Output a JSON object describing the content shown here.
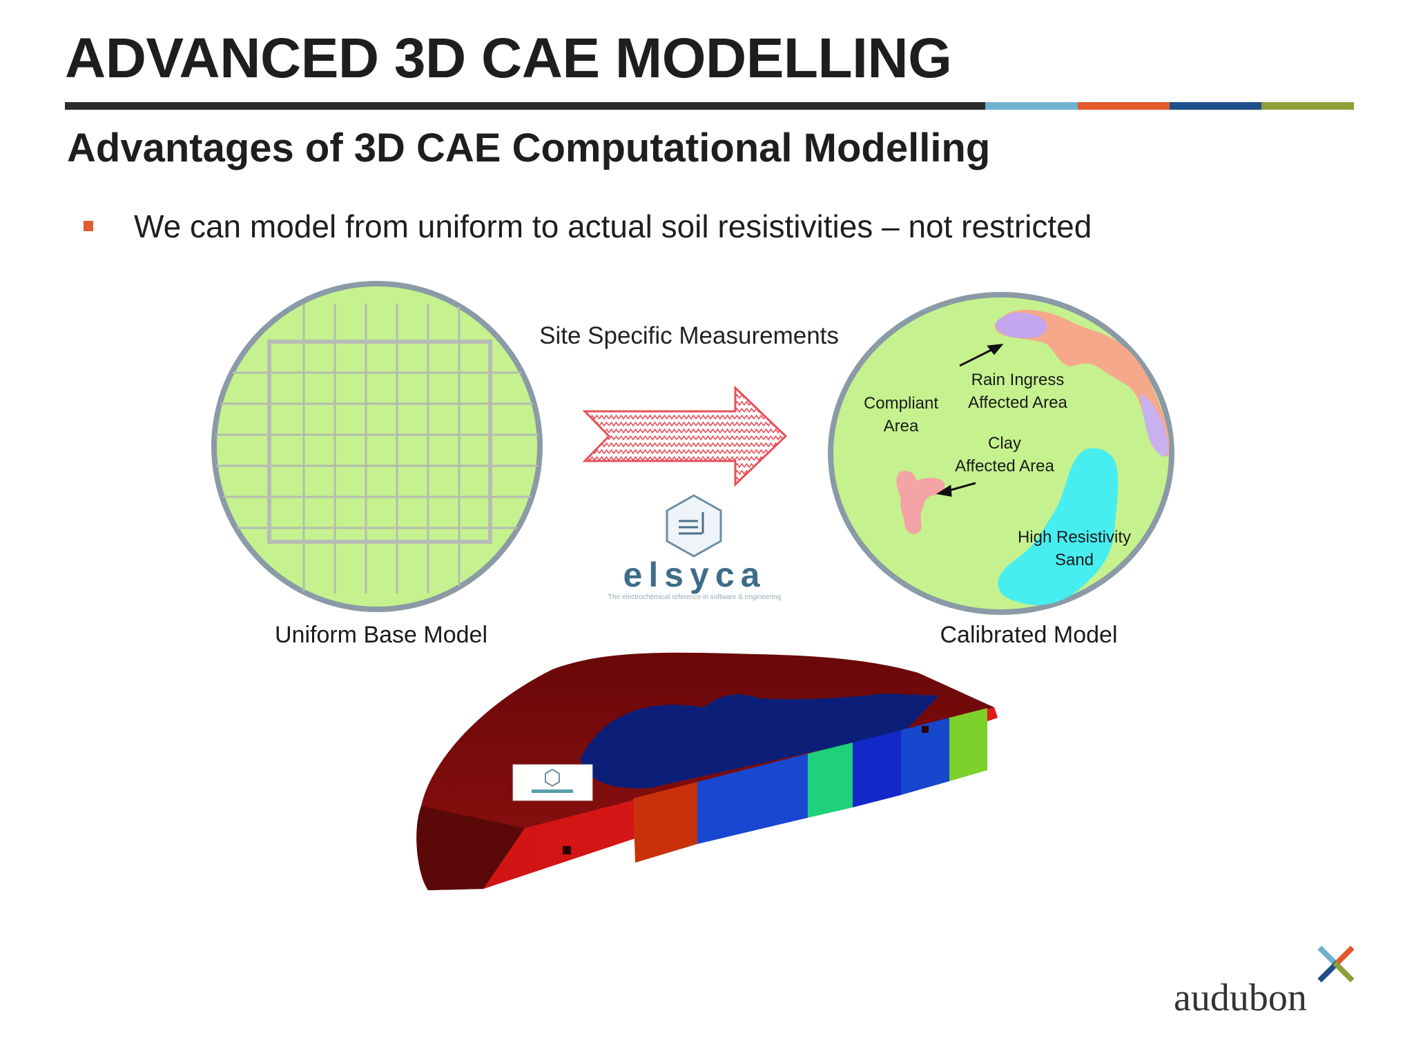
{
  "slide": {
    "title": "ADVANCED 3D CAE MODELLING",
    "subtitle": "Advantages of 3D CAE Computational Modelling",
    "bullets": [
      "We can model from uniform to actual soil resistivities – not restricted"
    ]
  },
  "figure": {
    "arrow_caption": "Site Specific Measurements",
    "left_caption": "Uniform Base Model",
    "right_caption": "Calibrated Model",
    "regions": {
      "rain_line1": "Rain Ingress",
      "rain_line2": "Affected Area",
      "compliant_line1": "Compliant",
      "compliant_line2": "Area",
      "clay_line1": "Clay",
      "clay_line2": "Affected Area",
      "sand_line1": "High Resistivity",
      "sand_line2": "Sand"
    },
    "elsyca_logo_text": "elsyca",
    "elsyca_tagline": "The electrochemical reference in software & engineering"
  },
  "footer": {
    "brand_name": "audubon"
  },
  "colors": {
    "rule_dark": "#2b2b2b",
    "rule_light_blue": "#6fb2cf",
    "rule_orange": "#e35a2c",
    "rule_navy": "#1d4f8a",
    "rule_olive": "#8ea03a",
    "bullet": "#e35a2c",
    "soil_green": "#c8f08a",
    "sand_cyan": "#47eef0"
  }
}
